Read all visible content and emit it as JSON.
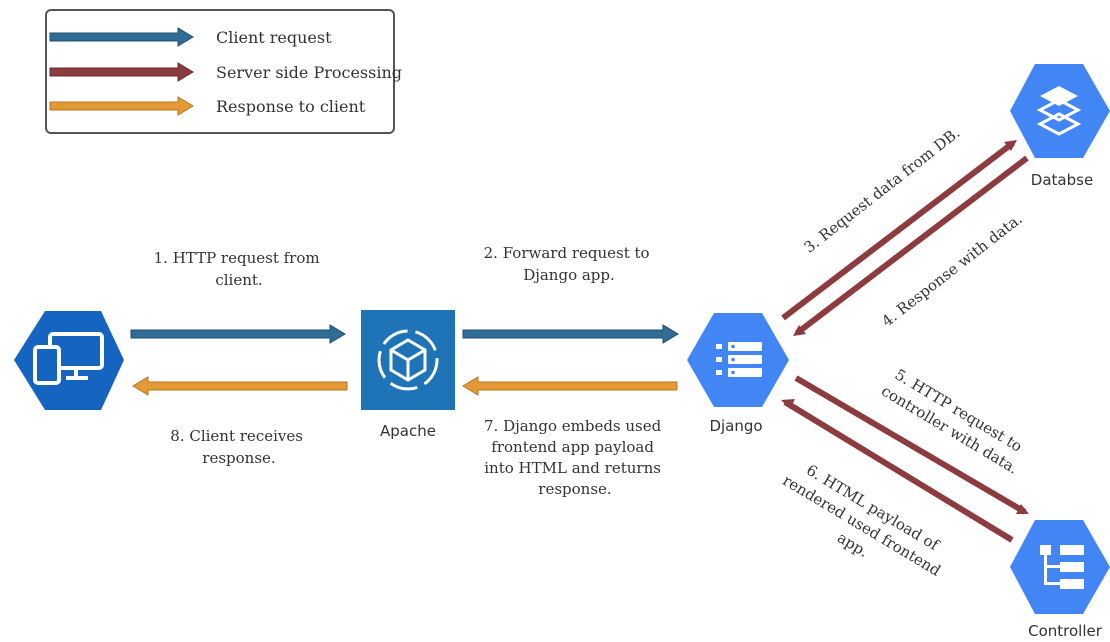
{
  "legend": {
    "items": [
      {
        "label": "Client request",
        "color": "#2f6d97"
      },
      {
        "label": "Server side Processing",
        "color": "#8c3b3f"
      },
      {
        "label": "Response to client",
        "color": "#e39a36"
      }
    ]
  },
  "nodes": {
    "client": {
      "icon": "monitor-devices-icon",
      "color": "#1565c0"
    },
    "apache": {
      "label": "Apache",
      "icon": "cube-icon",
      "color": "#1f73b7"
    },
    "django": {
      "label": "Django",
      "icon": "list-server-icon",
      "color": "#4285f4"
    },
    "database": {
      "label": "Databse",
      "icon": "database-layers-icon",
      "color": "#4285f4"
    },
    "controller": {
      "label": "Controller",
      "icon": "tree-list-icon",
      "color": "#4285f4"
    }
  },
  "steps": {
    "s1": [
      "1. HTTP request from",
      "client."
    ],
    "s2": [
      "2. Forward request to",
      "Django app."
    ],
    "s3": [
      "3. Request data from DB."
    ],
    "s4": [
      "4. Response with data."
    ],
    "s5": [
      "5. HTTP request to",
      "controller with data."
    ],
    "s6": [
      "6. HTML payload of",
      "rendered used frontend",
      "app."
    ],
    "s7": [
      "7. Django embeds used",
      "frontend app payload",
      "into HTML and returns",
      "response."
    ],
    "s8": [
      "8. Client receives",
      "response."
    ]
  }
}
